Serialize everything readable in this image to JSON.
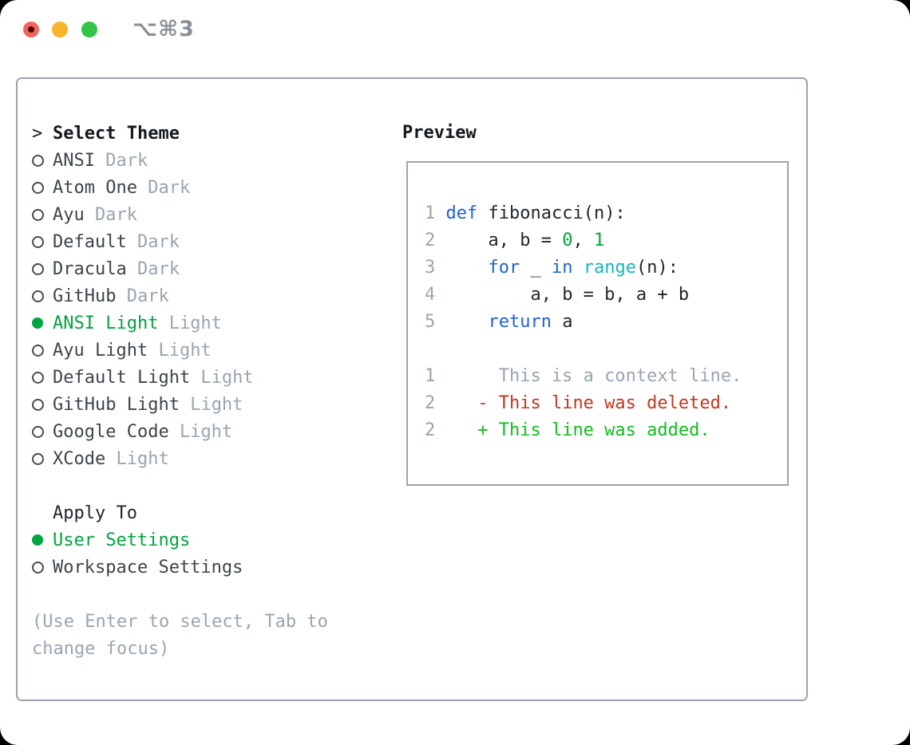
{
  "window": {
    "shortcut": "⌥⌘3",
    "traffic_lights": [
      "close",
      "minimize",
      "zoom"
    ]
  },
  "colors": {
    "border": "#9aa3ae",
    "heading": "#14191f",
    "item_text": "#3d444c",
    "muted": "#9aa5b1",
    "selected_green": "#00a53f",
    "keyword": "#2161d3",
    "builtin": "#14b4c4",
    "number": "#00a53f",
    "code": "#21272e",
    "added": "#12bc22",
    "deleted": "#c2371f"
  },
  "theme_menu": {
    "prompt": ">",
    "title": "Select Theme",
    "items": [
      {
        "name": "ANSI",
        "tag": "Dark",
        "selected": false
      },
      {
        "name": "Atom One",
        "tag": "Dark",
        "selected": false
      },
      {
        "name": "Ayu",
        "tag": "Dark",
        "selected": false
      },
      {
        "name": "Default",
        "tag": "Dark",
        "selected": false
      },
      {
        "name": "Dracula",
        "tag": "Dark",
        "selected": false
      },
      {
        "name": "GitHub",
        "tag": "Dark",
        "selected": false
      },
      {
        "name": "ANSI Light",
        "tag": "Light",
        "selected": true
      },
      {
        "name": "Ayu Light",
        "tag": "Light",
        "selected": false
      },
      {
        "name": "Default Light",
        "tag": "Light",
        "selected": false
      },
      {
        "name": "GitHub Light",
        "tag": "Light",
        "selected": false
      },
      {
        "name": "Google Code",
        "tag": "Light",
        "selected": false
      },
      {
        "name": "XCode",
        "tag": "Light",
        "selected": false
      }
    ]
  },
  "apply_to": {
    "title": "Apply To",
    "items": [
      {
        "name": "User Settings",
        "selected": true
      },
      {
        "name": "Workspace Settings",
        "selected": false
      }
    ]
  },
  "hint": {
    "line1": "(Use Enter to select, Tab to",
    "line2": "change focus)"
  },
  "preview": {
    "title": "Preview",
    "lines": [
      {
        "tokens": [
          {
            "t": "1 ",
            "c": "muted"
          },
          {
            "t": "def",
            "c": "keyword"
          },
          {
            "t": " fibonacci(n):",
            "c": "code"
          }
        ]
      },
      {
        "tokens": [
          {
            "t": "2 ",
            "c": "muted"
          },
          {
            "t": "    a, b = ",
            "c": "code"
          },
          {
            "t": "0",
            "c": "number"
          },
          {
            "t": ", ",
            "c": "code"
          },
          {
            "t": "1",
            "c": "number"
          }
        ]
      },
      {
        "tokens": [
          {
            "t": "3 ",
            "c": "muted"
          },
          {
            "t": "    ",
            "c": "code"
          },
          {
            "t": "for",
            "c": "keyword"
          },
          {
            "t": " _ ",
            "c": "code"
          },
          {
            "t": "in",
            "c": "keyword"
          },
          {
            "t": " ",
            "c": "code"
          },
          {
            "t": "range",
            "c": "builtin"
          },
          {
            "t": "(n):",
            "c": "code"
          }
        ]
      },
      {
        "tokens": [
          {
            "t": "4 ",
            "c": "muted"
          },
          {
            "t": "        a, b = b, a + b",
            "c": "code"
          }
        ]
      },
      {
        "tokens": [
          {
            "t": "5 ",
            "c": "muted"
          },
          {
            "t": "    ",
            "c": "code"
          },
          {
            "t": "return",
            "c": "keyword"
          },
          {
            "t": " a",
            "c": "code"
          }
        ]
      },
      {
        "tokens": []
      },
      {
        "tokens": [
          {
            "t": "1      This is a context line.",
            "c": "muted"
          }
        ]
      },
      {
        "tokens": [
          {
            "t": "2    ",
            "c": "muted"
          },
          {
            "t": "- This line was deleted.",
            "c": "deleted"
          }
        ]
      },
      {
        "tokens": [
          {
            "t": "2    ",
            "c": "muted"
          },
          {
            "t": "+ This line was added.",
            "c": "added"
          }
        ]
      }
    ]
  }
}
